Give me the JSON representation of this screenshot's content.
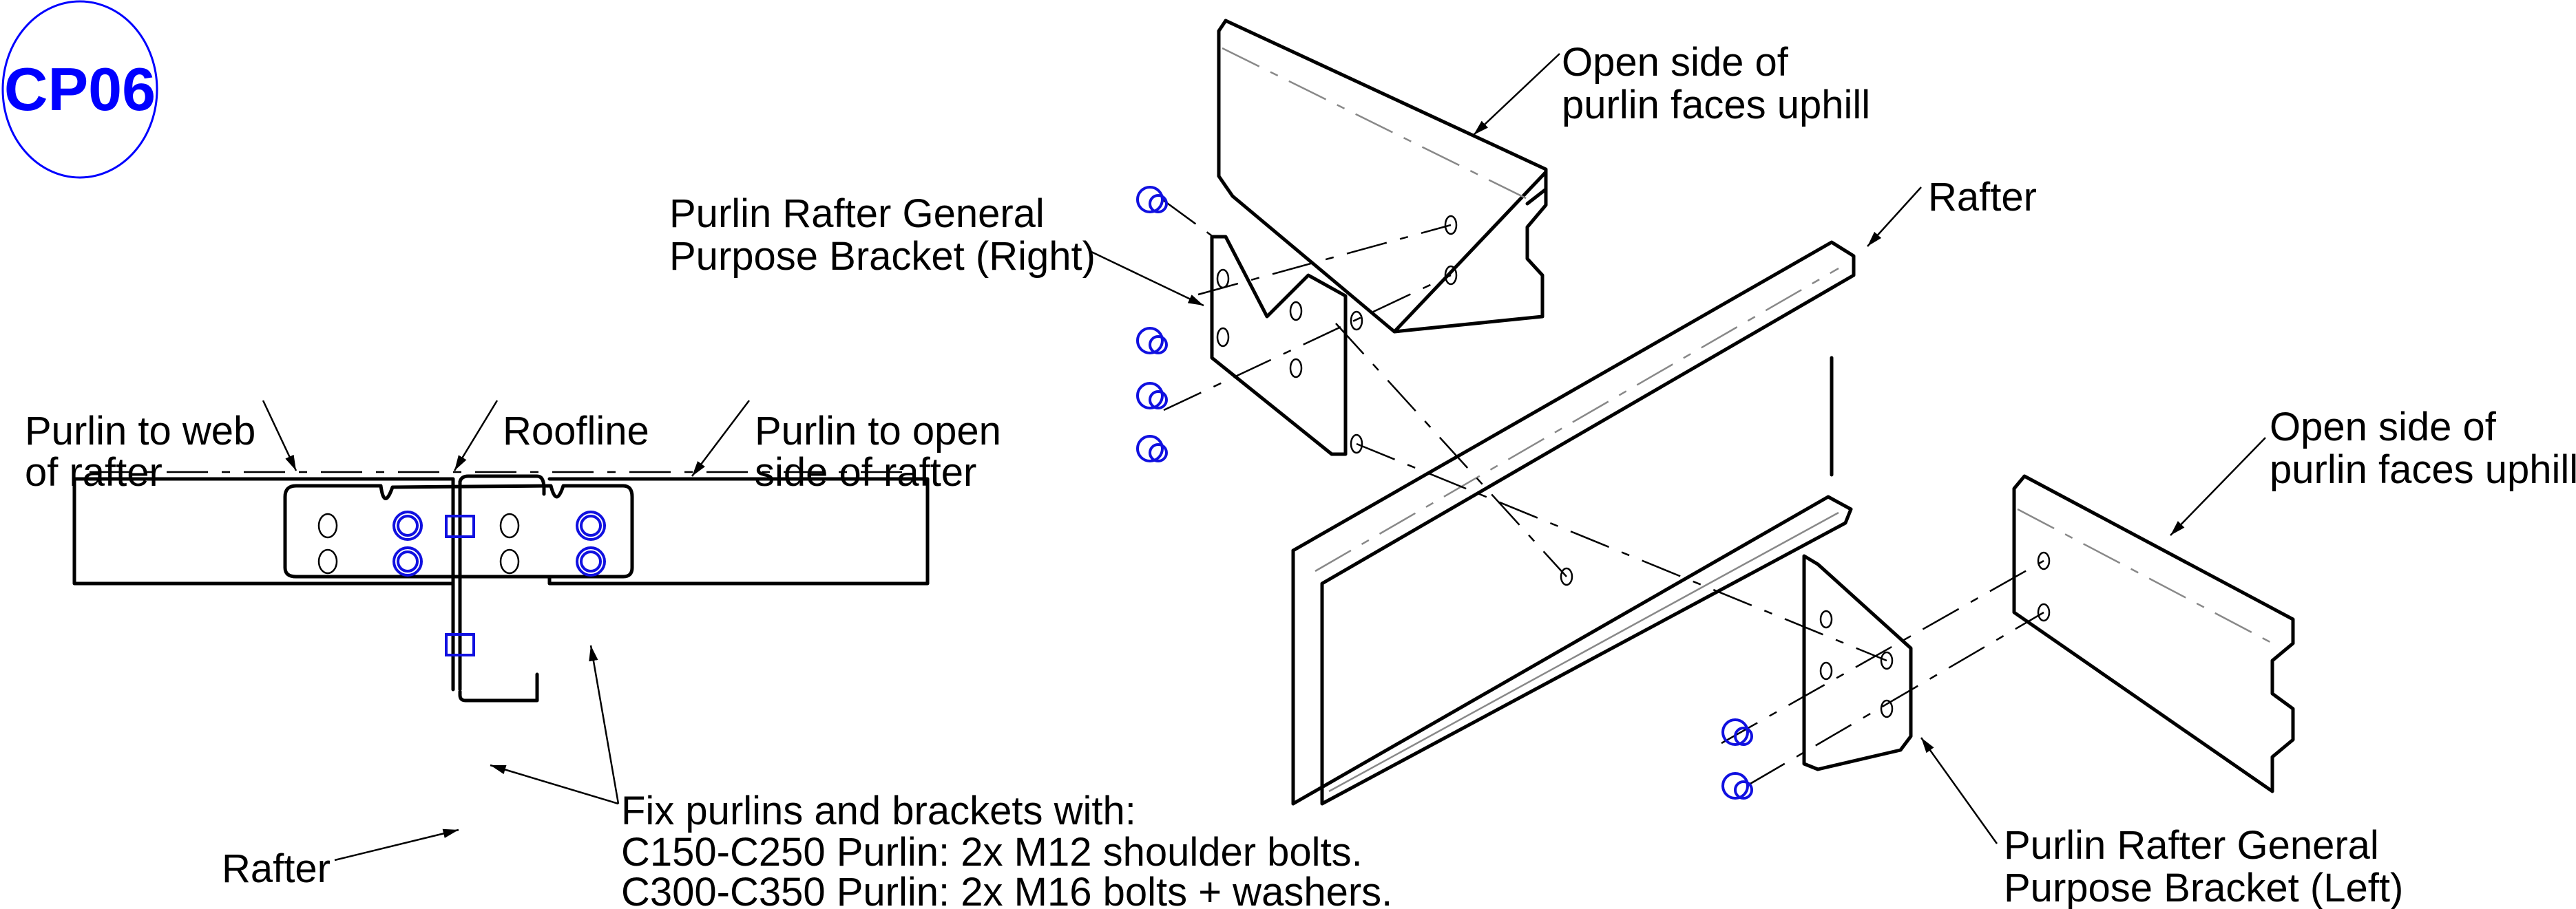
{
  "badge": {
    "text": "CP06",
    "color": "#0000ff"
  },
  "labels": {
    "purlin_to_web": [
      "Purlin to web",
      "of rafter"
    ],
    "roofline": "Roofline",
    "purlin_to_open": [
      "Purlin to open",
      "side of rafter"
    ],
    "rafter_section": "Rafter",
    "fix_note": [
      "Fix purlins and brackets with:",
      "C150-C250 Purlin: 2x M12 shoulder bolts.",
      "C300-C350 Purlin: 2x M16 bolts + washers."
    ],
    "open_side_top": [
      "Open side of",
      "purlin faces uphill"
    ],
    "bracket_right": [
      "Purlin Rafter General",
      "Purpose Bracket (Right)"
    ],
    "rafter_iso": "Rafter",
    "open_side_right": [
      "Open side of",
      "purlin faces uphill"
    ],
    "bracket_left": [
      "Purlin Rafter General",
      "Purpose Bracket (Left)"
    ]
  },
  "colors": {
    "bolt": "#1010e0",
    "line": "#000000",
    "hidden": "#888888"
  }
}
